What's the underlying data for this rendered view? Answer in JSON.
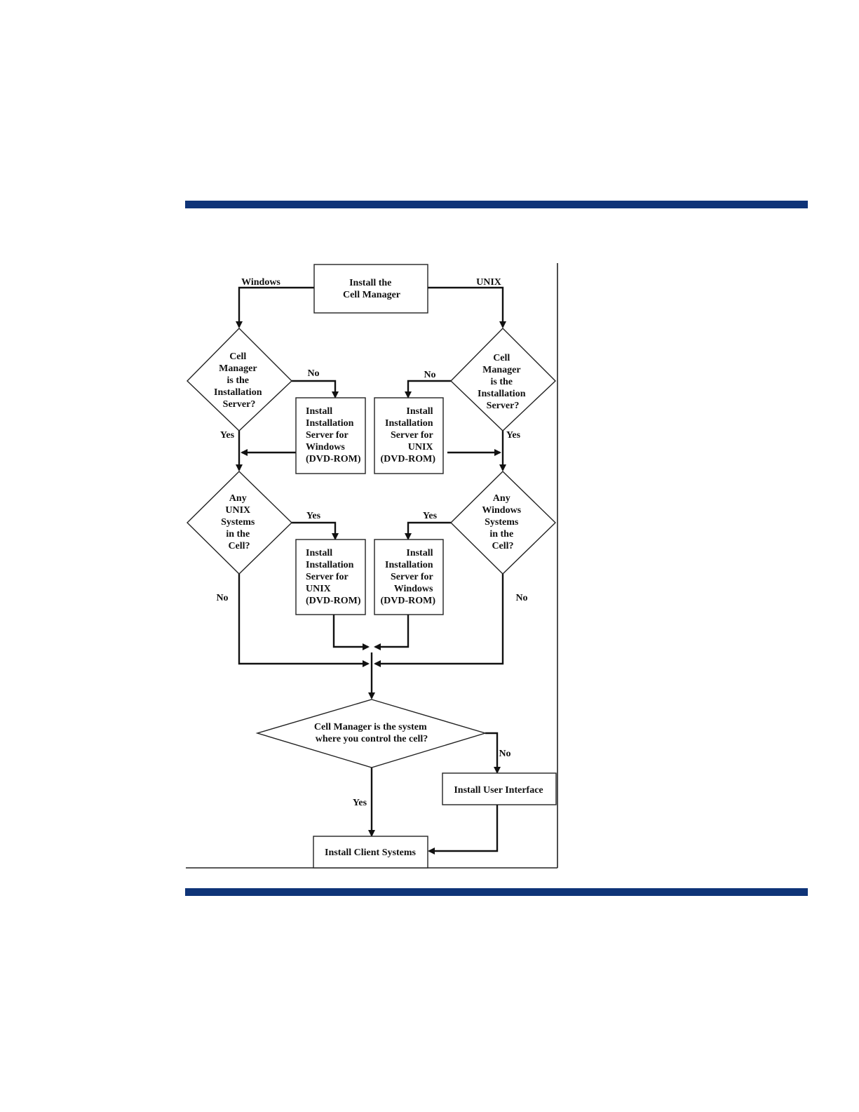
{
  "accent_color": "#0f3478",
  "nodes": {
    "install_cell_manager": [
      "Install the",
      "Cell Manager"
    ],
    "win_cm_is_server": [
      "Cell",
      "Manager",
      "is the",
      "Installation",
      "Server?"
    ],
    "unix_cm_is_server": [
      "Cell",
      "Manager",
      "is the",
      "Installation",
      "Server?"
    ],
    "install_is_windows_1": [
      "Install",
      "Installation",
      "Server for",
      "Windows",
      "(DVD-ROM)"
    ],
    "install_is_unix_1": [
      "Install",
      "Installation",
      "Server for",
      "UNIX",
      "(DVD-ROM)"
    ],
    "any_unix": [
      "Any",
      "UNIX",
      "Systems",
      "in the",
      "Cell?"
    ],
    "any_windows": [
      "Any",
      "Windows",
      "Systems",
      "in the",
      "Cell?"
    ],
    "install_is_unix_2": [
      "Install",
      "Installation",
      "Server for",
      "UNIX",
      "(DVD-ROM)"
    ],
    "install_is_windows_2": [
      "Install",
      "Installation",
      "Server for",
      "Windows",
      "(DVD-ROM)"
    ],
    "cm_controls_cell": [
      "Cell Manager is the system",
      "where you control the cell?"
    ],
    "install_user_interface": [
      "Install User Interface"
    ],
    "install_client_systems": [
      "Install Client Systems"
    ]
  },
  "edge_labels": {
    "windows": "Windows",
    "unix": "UNIX",
    "win_no": "No",
    "unix_no": "No",
    "win_yes": "Yes",
    "unix_yes": "Yes",
    "any_unix_yes": "Yes",
    "any_windows_yes": "Yes",
    "any_unix_no": "No",
    "any_windows_no": "No",
    "controls_no": "No",
    "controls_yes": "Yes"
  }
}
